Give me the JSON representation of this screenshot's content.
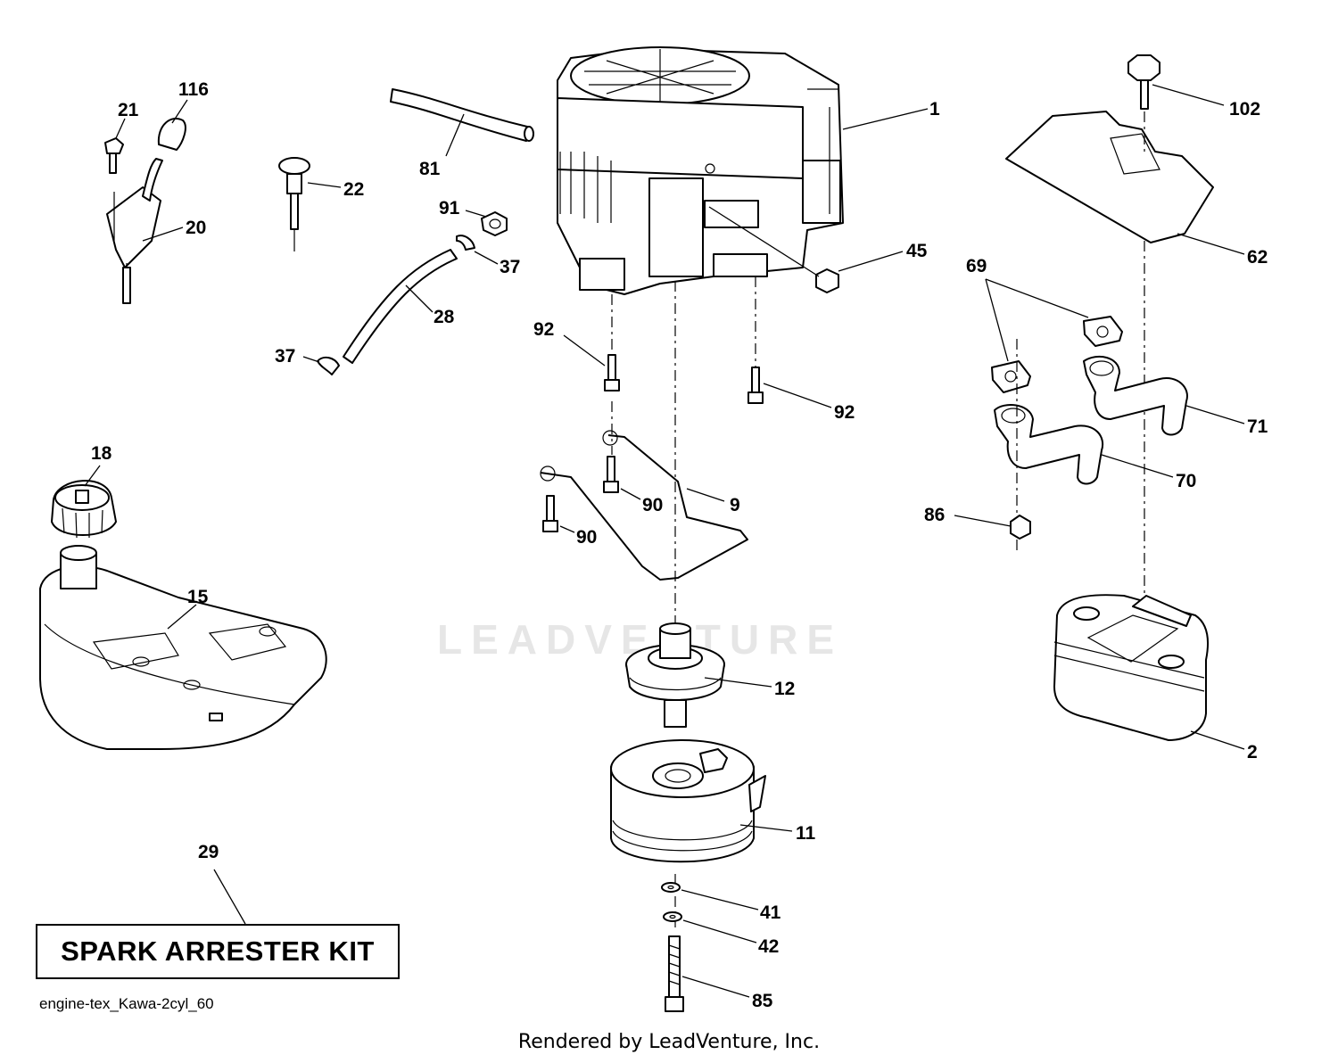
{
  "callouts": {
    "c1": "1",
    "c2": "2",
    "c9": "9",
    "c11": "11",
    "c12": "12",
    "c15": "15",
    "c18": "18",
    "c20": "20",
    "c21": "21",
    "c22": "22",
    "c28": "28",
    "c29": "29",
    "c37a": "37",
    "c37b": "37",
    "c41": "41",
    "c42": "42",
    "c45": "45",
    "c62": "62",
    "c69": "69",
    "c70": "70",
    "c71": "71",
    "c81": "81",
    "c85": "85",
    "c86": "86",
    "c90a": "90",
    "c90b": "90",
    "c91": "91",
    "c92a": "92",
    "c92b": "92",
    "c102": "102",
    "c116": "116"
  },
  "kit_label": "SPARK ARRESTER KIT",
  "diagram_id": "engine-tex_Kawa-2cyl_60",
  "watermark": "LEADVENTURE",
  "credit": "Rendered by LeadVenture, Inc."
}
